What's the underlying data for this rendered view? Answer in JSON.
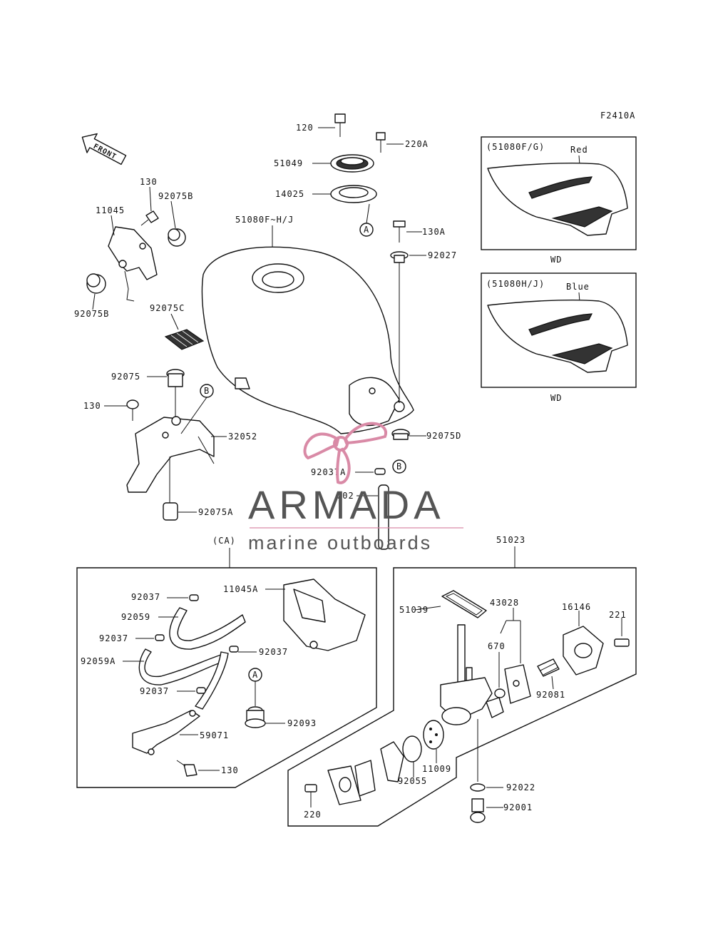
{
  "figure_code": "F2410A",
  "front_label": "FRONT",
  "callouts": {
    "c120": "120",
    "c220A": "220A",
    "c51049": "51049",
    "c14025": "14025",
    "c130_top": "130",
    "c92075B_top": "92075B",
    "c11045": "11045",
    "c92075B_bot": "92075B",
    "c51080": "51080F~H/J",
    "c130A": "130A",
    "c92027": "92027",
    "c92075C": "92075C",
    "c92075": "92075",
    "c130_mid": "130",
    "c32052": "32052",
    "c92075A": "92075A",
    "c92075D": "92075D",
    "c92037A": "92037A",
    "c702": "702",
    "c51023": "51023",
    "circle_A": "A",
    "circle_B": "B"
  },
  "color_variants": [
    {
      "code": "(51080F/G)",
      "color": "Red",
      "note": "WD"
    },
    {
      "code": "(51080H/J)",
      "color": "Blue",
      "note": "WD"
    }
  ],
  "ca_box": {
    "title": "(CA)",
    "c11045A": "11045A",
    "c92037_1": "92037",
    "c92059": "92059",
    "c92037_2": "92037",
    "c92037_3": "92037",
    "c92059A": "92059A",
    "c92037_4": "92037",
    "c92093": "92093",
    "c59071": "59071",
    "c130": "130",
    "circle_A": "A"
  },
  "cock_box": {
    "c51039": "51039",
    "c43028": "43028",
    "c16146": "16146",
    "c221": "221",
    "c670": "670",
    "c92081": "92081",
    "c11009": "11009",
    "c92055": "92055",
    "c92022": "92022",
    "c92001": "92001",
    "c220": "220"
  },
  "watermark": {
    "brand": "ARMADA",
    "tagline": "marine outboards",
    "brand_color": "#555555",
    "logo_color": "#d98aa6"
  }
}
